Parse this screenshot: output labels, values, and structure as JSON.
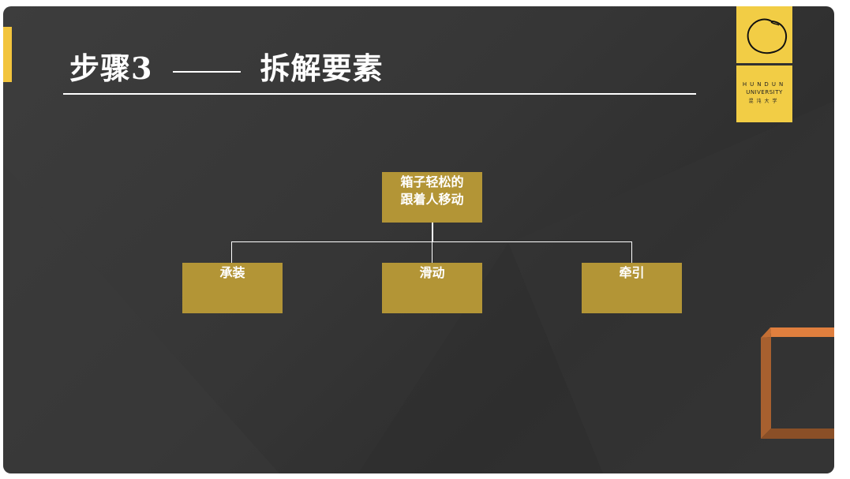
{
  "slide": {
    "title_left": "步骤3",
    "title_right": "拆解要素"
  },
  "logo": {
    "line1": "HUNDUN",
    "line2": "UNIVERSITY",
    "line3": "混沌大学"
  },
  "diagram": {
    "root": {
      "line1": "箱子轻松的",
      "line2": "跟着人移动"
    },
    "children": [
      {
        "label": "承装"
      },
      {
        "label": "滑动"
      },
      {
        "label": "牵引"
      }
    ]
  },
  "colors": {
    "accent": "#f2c43d",
    "box": "#b39536",
    "frame": "#e07f3e",
    "background": "#363636"
  }
}
